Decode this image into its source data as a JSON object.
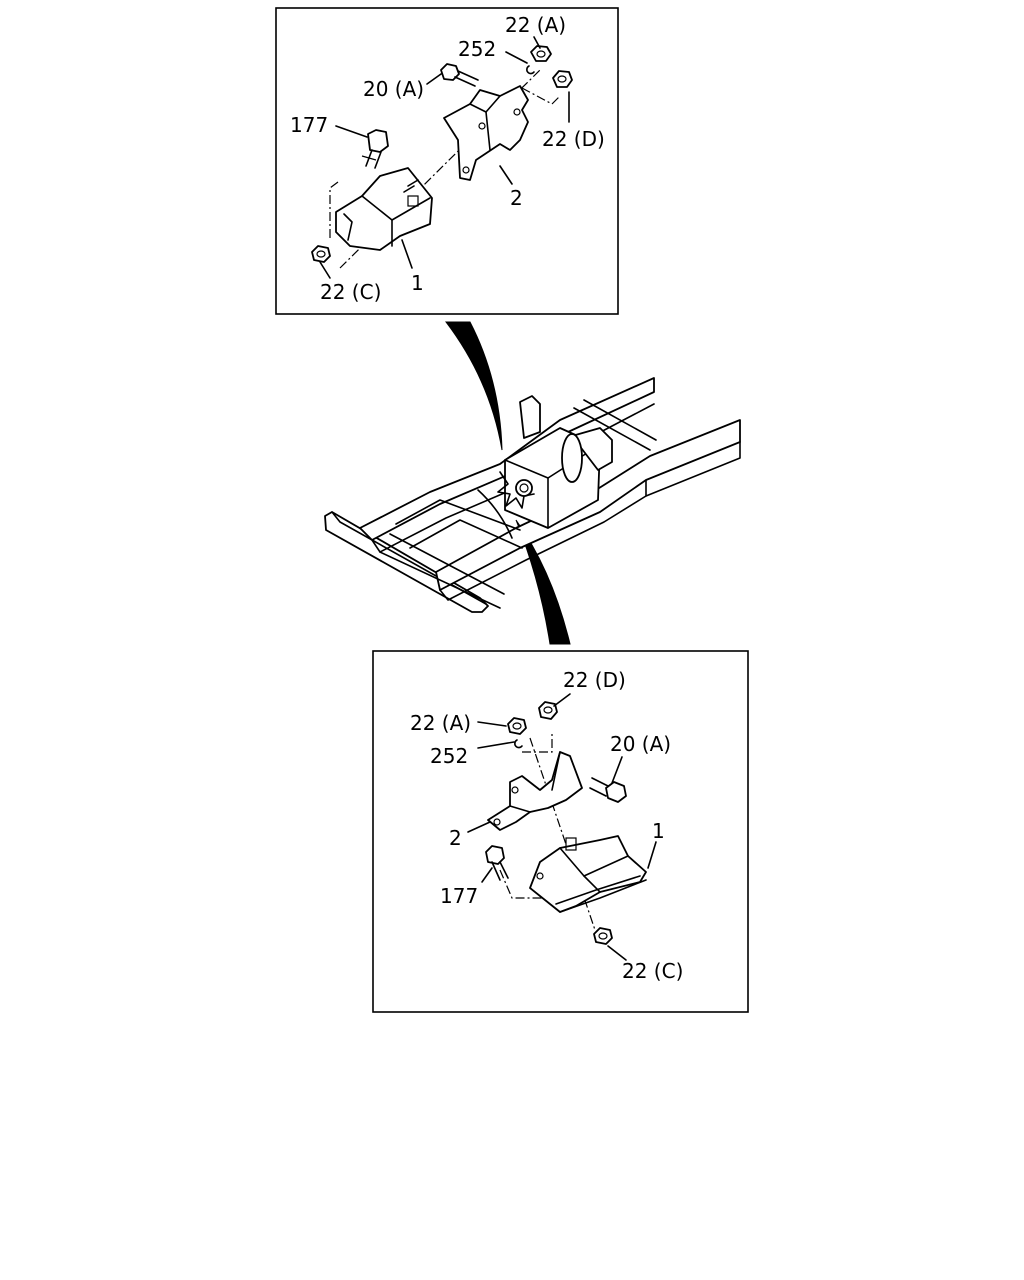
{
  "diagram": {
    "top_detail": {
      "labels": {
        "nut_22a": "22 (A)",
        "washer_252": "252",
        "bolt_20a": "20 (A)",
        "bolt_177": "177",
        "nut_22d": "22 (D)",
        "bracket_2": "2",
        "mount_1": "1",
        "nut_22c": "22 (C)"
      }
    },
    "bottom_detail": {
      "labels": {
        "nut_22d": "22 (D)",
        "nut_22a": "22 (A)",
        "washer_252": "252",
        "bolt_20a": "20 (A)",
        "bracket_2": "2",
        "mount_1": "1",
        "bolt_177": "177",
        "nut_22c": "22 (C)"
      }
    }
  }
}
